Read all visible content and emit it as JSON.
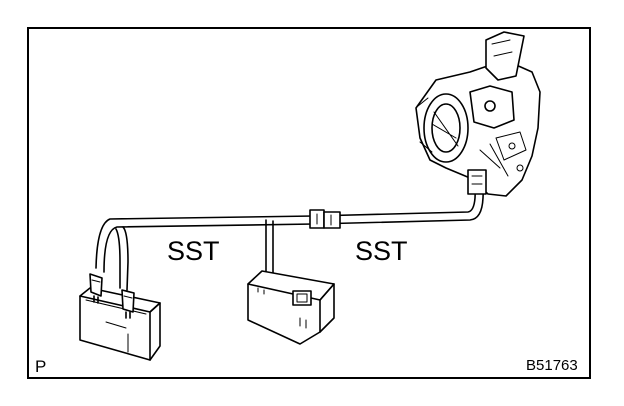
{
  "labels": {
    "sst_left": "SST",
    "sst_right": "SST",
    "corner_mark": "P",
    "figure_code": "B51763"
  },
  "colors": {
    "line": "#000000",
    "background": "#ffffff"
  },
  "icons": {
    "battery": "battery-icon",
    "tester": "tester-box-icon",
    "connector": "connector-icon",
    "throttle_body": "throttle-body-icon"
  }
}
